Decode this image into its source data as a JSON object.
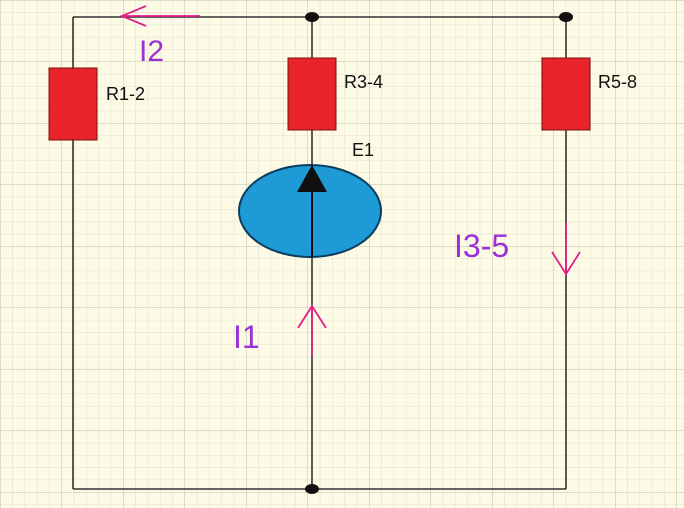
{
  "diagram": {
    "type": "electrical-circuit",
    "components": [
      {
        "id": "R1-2",
        "kind": "resistor",
        "label": "R1-2"
      },
      {
        "id": "R3-4",
        "kind": "resistor",
        "label": "R3-4"
      },
      {
        "id": "R5-8",
        "kind": "resistor",
        "label": "R5-8"
      },
      {
        "id": "E1",
        "kind": "voltage-source",
        "label": "E1"
      }
    ],
    "currents": [
      {
        "label": "I2",
        "direction": "left"
      },
      {
        "label": "I1",
        "direction": "up"
      },
      {
        "label": "I3-5",
        "direction": "down"
      }
    ]
  },
  "colors": {
    "background": "#fdfbe6",
    "grid": "#c9c9b8",
    "wire": "#333333",
    "resistor_fill": "#e8242a",
    "resistor_stroke": "#7a1010",
    "source_fill": "#1e9ad6",
    "source_stroke": "#0b3d5c",
    "current_arrow": "#e0208a",
    "current_label": "#9b30d8",
    "component_label": "#111111"
  }
}
